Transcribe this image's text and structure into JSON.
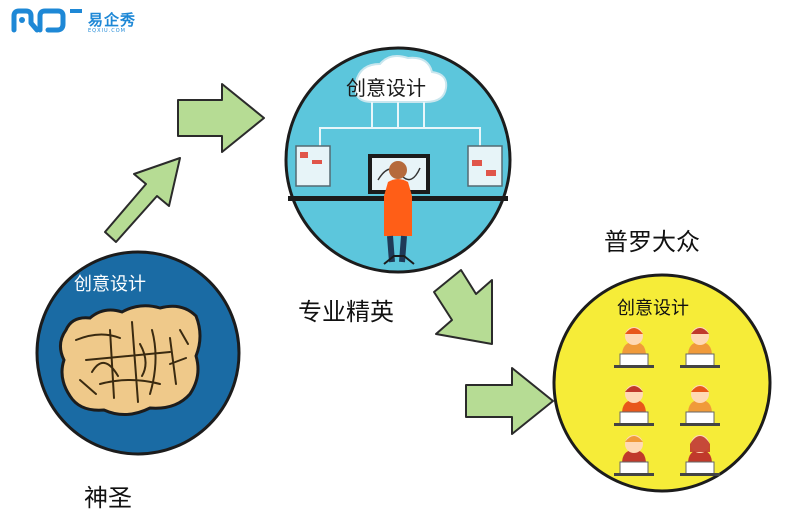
{
  "logo": {
    "name": "易企秀",
    "sub": "EQXIU.COM"
  },
  "stages": {
    "sacred": {
      "caption": "神圣",
      "circle_title": "创意设计"
    },
    "elite": {
      "caption": "专业精英",
      "circle_title": "创意设计"
    },
    "public": {
      "caption": "普罗大众",
      "circle_title": "创意设计"
    }
  },
  "colors": {
    "arrow_fill": "#b6dc94",
    "arrow_stroke": "#2b2b2b",
    "sacred_circle": "#1a6ba4",
    "elite_circle": "#5cc6dc",
    "public_circle": "#f6ec38",
    "logo_blue": "#1e88d6"
  },
  "icons": [
    "logo-icon",
    "ancient-tablet-icon",
    "designer-at-desk-icon",
    "group-of-people-icon"
  ]
}
